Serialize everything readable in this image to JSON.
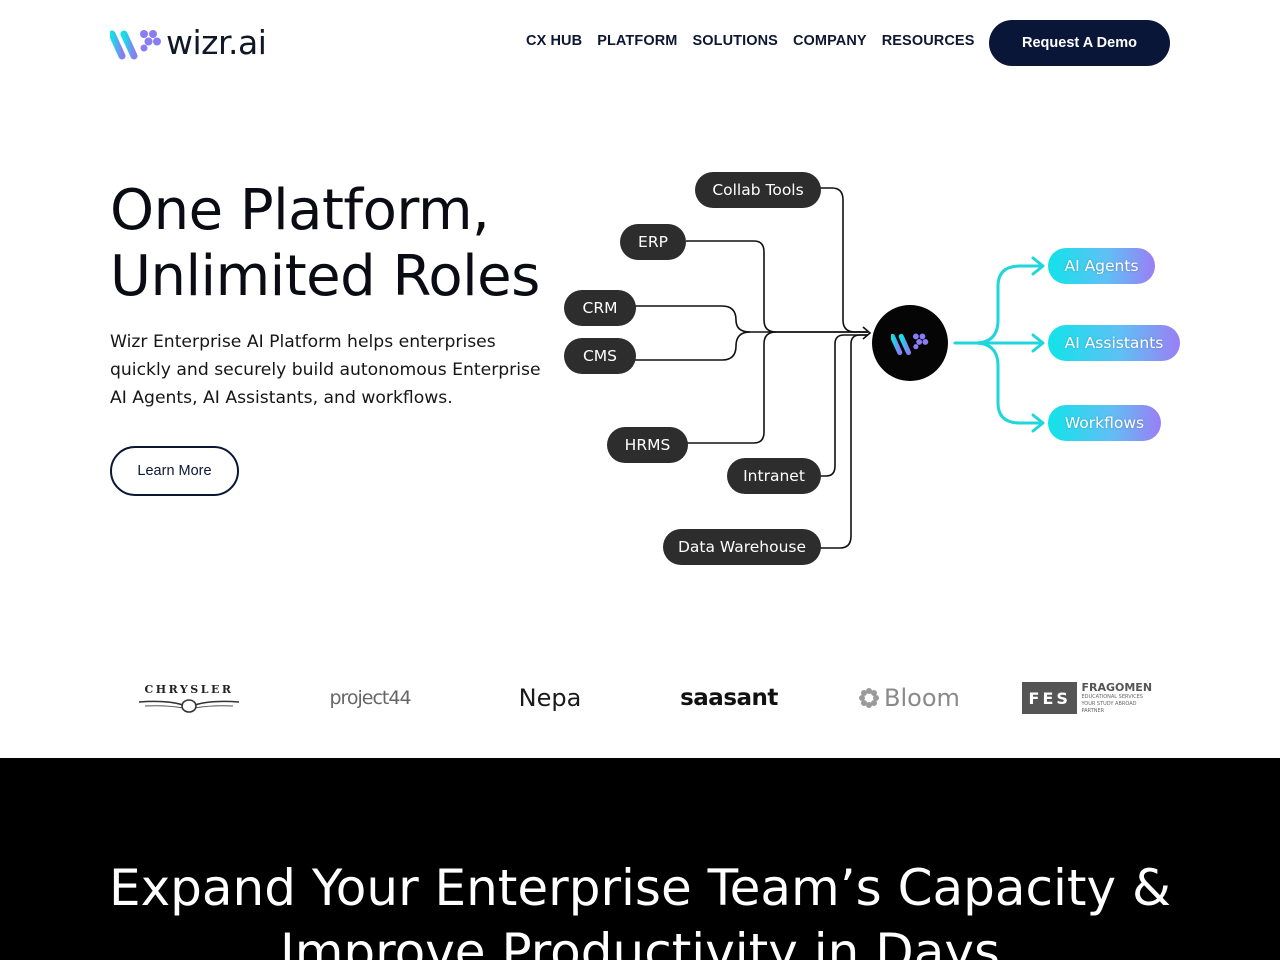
{
  "brand": {
    "name": "wizr.ai"
  },
  "nav": {
    "items": [
      {
        "label": "CX HUB"
      },
      {
        "label": "PLATFORM"
      },
      {
        "label": "SOLUTIONS"
      },
      {
        "label": "COMPANY"
      },
      {
        "label": "RESOURCES"
      }
    ],
    "cta_label": "Request A Demo"
  },
  "hero": {
    "title_line1": "One Platform,",
    "title_line2": "Unlimited Roles",
    "description": "Wizr Enterprise AI Platform helps enterprises quickly and securely build autonomous Enterprise AI Agents, AI Assistants, and workflows.",
    "button_label": "Learn More"
  },
  "diagram": {
    "inputs": [
      "Collab Tools",
      "ERP",
      "CRM",
      "CMS",
      "HRMS",
      "Intranet",
      "Data Warehouse"
    ],
    "outputs": [
      "AI Agents",
      "AI Assistants",
      "Workflows"
    ],
    "colors": {
      "node": "#2d2d2d",
      "hub": "#050505",
      "output_start": "#11e3e9",
      "output_end": "#9b7ef4",
      "connector": "#111111",
      "out_connector": "#1fd6dc"
    }
  },
  "clients": {
    "chrysler": "CHRYSLER",
    "project44": "project44",
    "nepa": "Nepa",
    "saasant": "saasant",
    "bloom": "Bloom",
    "fes_box": "FES",
    "fes_name": "FRAGOMEN",
    "fes_sub1": "EDUCATIONAL SERVICES",
    "fes_sub2": "YOUR STUDY ABROAD PARTNER"
  },
  "section2": {
    "title_line1": "Expand Your Enterprise Team’s Capacity &",
    "title_line2": "Improve Productivity in Days"
  },
  "theme": {
    "navy": "#0a1638",
    "dark_bg": "#000000"
  }
}
